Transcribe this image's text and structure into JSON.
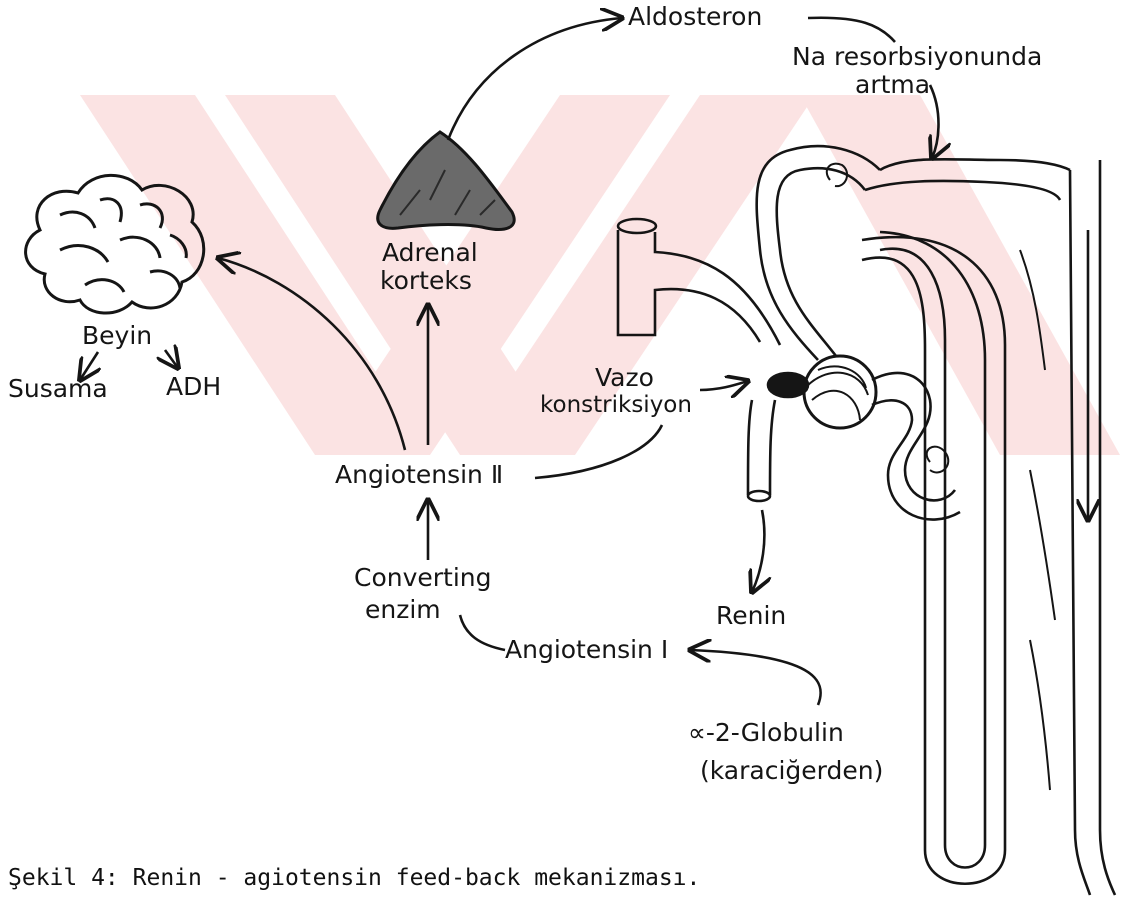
{
  "labels": {
    "aldosteron": "Aldosteron",
    "na_line1": "Na resorbsiyonunda",
    "na_line2": "artma",
    "adrenal_line1": "Adrenal",
    "adrenal_line2": "korteks",
    "beyin": "Beyin",
    "susama": "Susama",
    "adh": "ADH",
    "vazo_line1": "Vazo",
    "vazo_line2": "konstriksiyon",
    "angiotensin2": "Angiotensin Ⅱ",
    "converting_line1": "Converting",
    "converting_line2": "enzim",
    "renin": "Renin",
    "angiotensin1": "Angiotensin I",
    "globulin_line1": "∝-2-Globulin",
    "globulin_line2": "(karaciğerden)"
  },
  "caption": "Şekil 4: Renin - agiotensin feed-back mekanizması.",
  "colors": {
    "ink": "#151515",
    "watermark": "#fbe3e3"
  },
  "icons": [
    "brain-icon",
    "adrenal-gland-icon",
    "nephron-icon"
  ]
}
